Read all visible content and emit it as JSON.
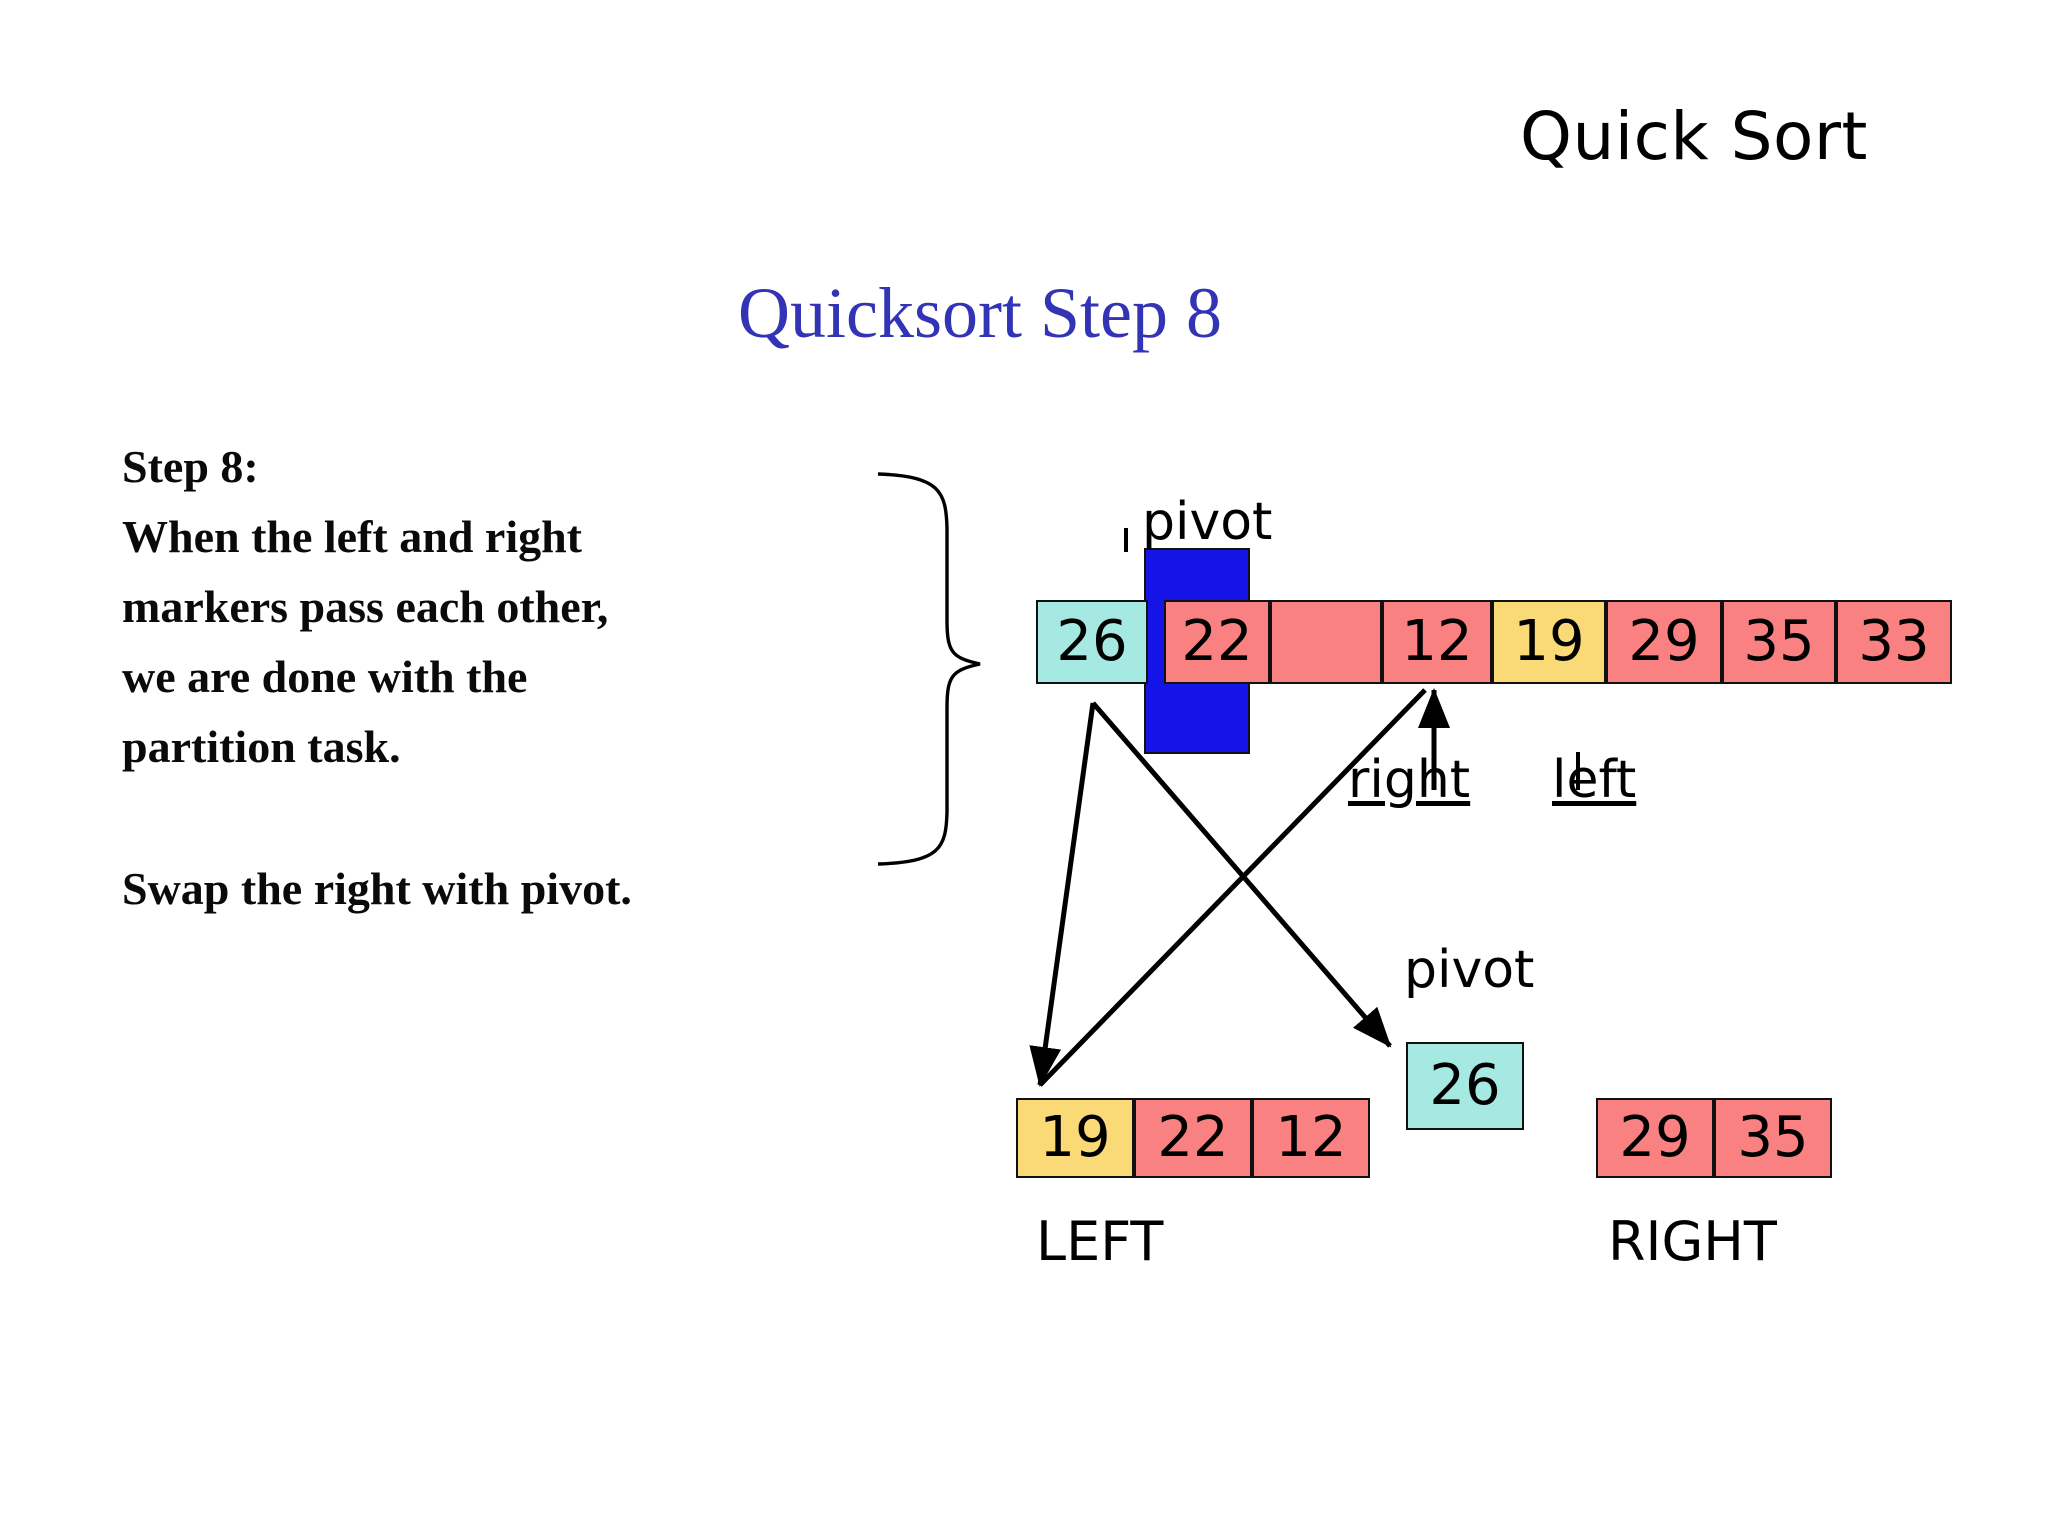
{
  "slide": {
    "header_title": "Quick Sort",
    "step_title": "Quicksort Step 8"
  },
  "description": {
    "line1": "Step 8:",
    "line2": "When the left and right",
    "line3": "markers pass each other,",
    "line4": "we are done with the",
    "line5": "partition task.",
    "line6": "Swap the right with pivot."
  },
  "labels": {
    "pivot_top": "pivot",
    "pivot_bottom": "pivot",
    "right_marker": "right",
    "left_marker": "left",
    "left_group": "LEFT",
    "right_group": "RIGHT"
  },
  "colors": {
    "pivot_highlight": "#1414e6",
    "cell_salmon": "#fa8181",
    "cell_yellow": "#fada77",
    "cell_cyan": "#a6e8e2",
    "title_blue": "#3333b5",
    "stroke": "#111111"
  },
  "main_array": {
    "cells": [
      {
        "value": "26",
        "color": "cyan"
      },
      {
        "value": "22",
        "color": "salmon"
      },
      {
        "value": "",
        "color": "salmon"
      },
      {
        "value": "12",
        "color": "salmon"
      },
      {
        "value": "19",
        "color": "yellow"
      },
      {
        "value": "29",
        "color": "salmon"
      },
      {
        "value": "35",
        "color": "salmon"
      },
      {
        "value": "33",
        "color": "salmon"
      }
    ]
  },
  "left_array": {
    "cells": [
      {
        "value": "19",
        "color": "yellow"
      },
      {
        "value": "22",
        "color": "salmon"
      },
      {
        "value": "12",
        "color": "salmon"
      }
    ]
  },
  "pivot_array": {
    "cells": [
      {
        "value": "26",
        "color": "cyan"
      }
    ]
  },
  "right_array": {
    "cells": [
      {
        "value": "29",
        "color": "salmon"
      },
      {
        "value": "35",
        "color": "salmon"
      }
    ]
  }
}
